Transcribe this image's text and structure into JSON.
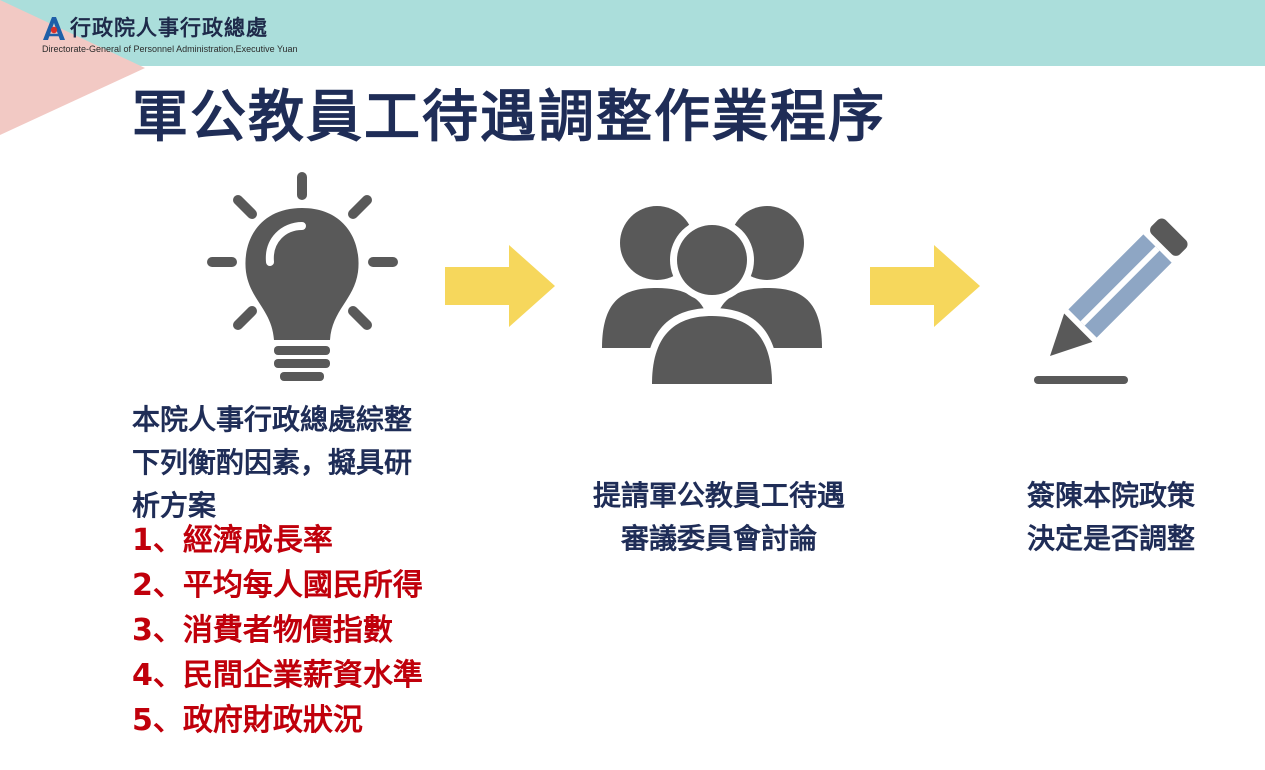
{
  "header": {
    "org_name": "行政院人事行政總處",
    "org_name_en": "Directorate-General of Personnel Administration,Executive Yuan"
  },
  "title": "軍公教員工待遇調整作業程序",
  "steps": [
    {
      "icon": "lightbulb-icon",
      "lines": [
        "本院人事行政總處綜整",
        "下列衡酌因素，擬具研",
        "析方案"
      ],
      "factors": [
        "1、經濟成長率",
        "2、平均每人國民所得",
        "3、消費者物價指數",
        "4、民間企業薪資水準",
        "5、政府財政狀況"
      ]
    },
    {
      "icon": "people-group-icon",
      "lines": [
        "提請軍公教員工待遇",
        "審議委員會討論"
      ]
    },
    {
      "icon": "pencil-icon",
      "lines": [
        "簽陳本院政策",
        "決定是否調整"
      ]
    }
  ],
  "colors": {
    "header_band": "#abdedb",
    "title": "#1f2d57",
    "factor_text": "#c0000b",
    "arrow": "#f6d75c",
    "icon_gray": "#595959",
    "pencil_blue": "#8ea6c4"
  }
}
